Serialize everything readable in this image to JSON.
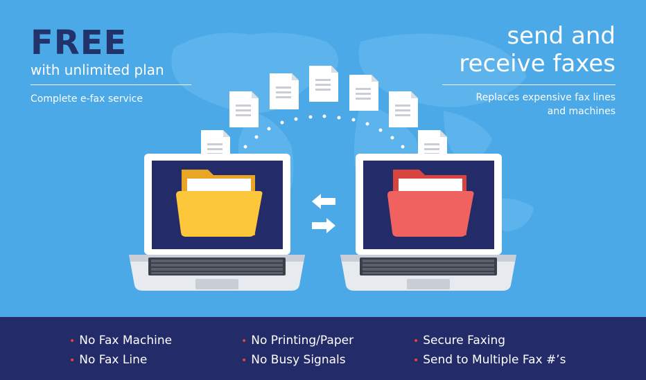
{
  "headline": {
    "free": "FREE",
    "unlimited": "with unlimited plan",
    "subtitle": "Complete e-fax service"
  },
  "tagline": {
    "line1": "send and",
    "line2": "receive faxes",
    "sub1": "Replaces expensive fax lines",
    "sub2": "and machines"
  },
  "features": {
    "col1": [
      "No Fax Machine",
      "No Fax Line"
    ],
    "col2": [
      "No Printing/Paper",
      "No Busy Signals"
    ],
    "col3": [
      "Secure Faxing",
      "Send to Multiple Fax #’s"
    ]
  },
  "colors": {
    "background": "#4ba9e7",
    "footer": "#232b68",
    "headline": "#22326b",
    "bullet": "#e3463a",
    "folder_left": "#fcc73a",
    "folder_right": "#f0625f",
    "screen": "#232b68"
  },
  "icons": [
    "world-map",
    "laptop-icon",
    "folder-icon",
    "document-icon",
    "arrow-left-icon",
    "arrow-right-icon"
  ]
}
